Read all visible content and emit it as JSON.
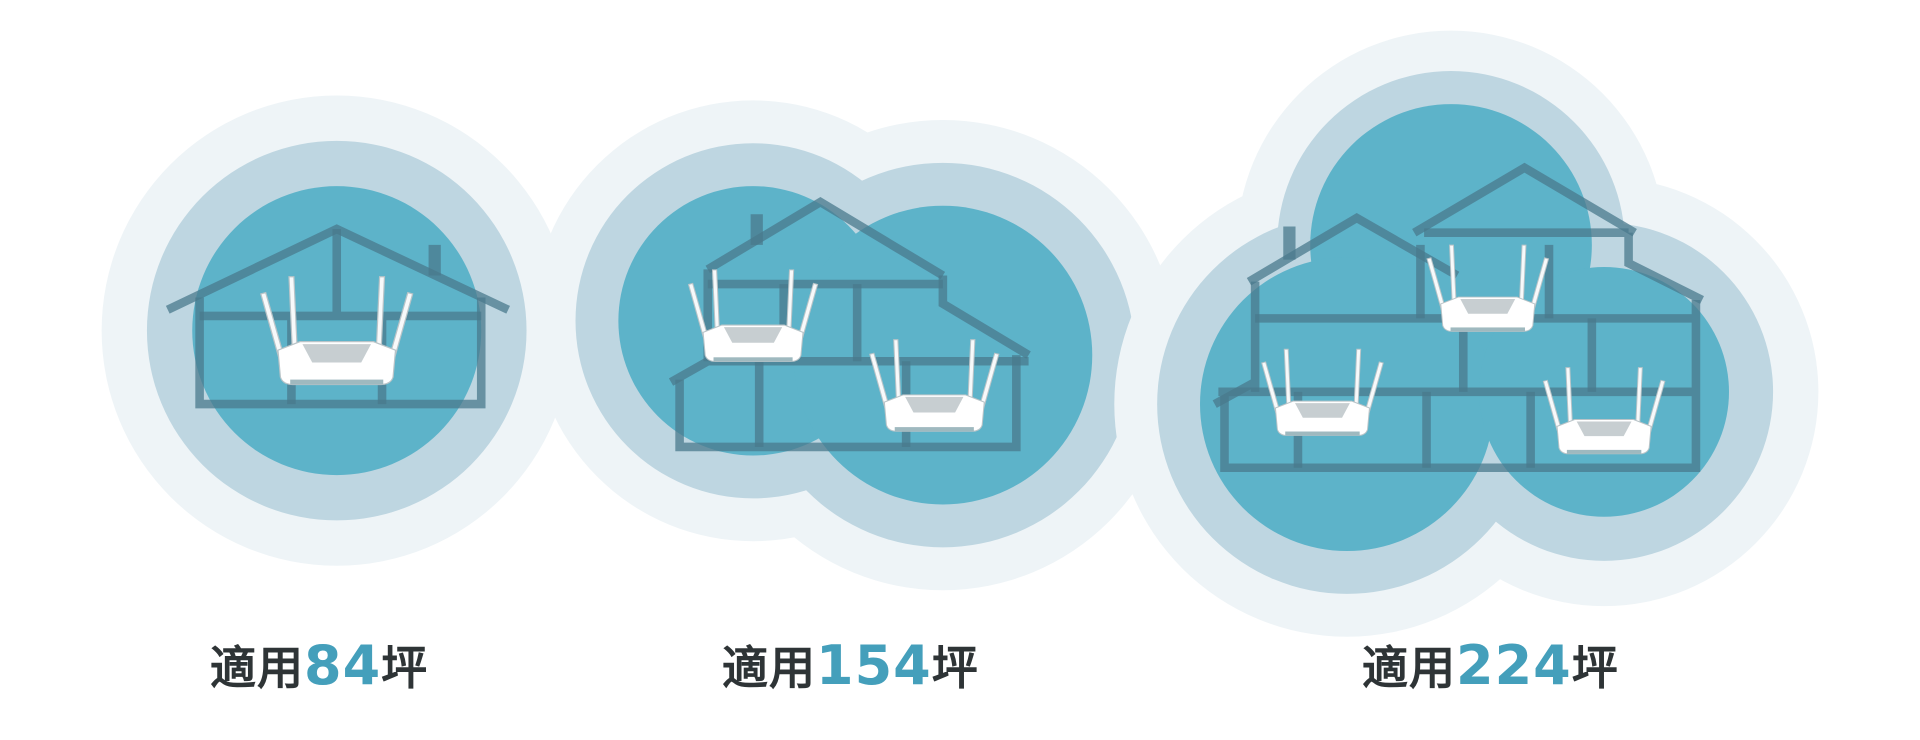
{
  "colors": {
    "inner_circle": "#5db3c9",
    "middle_ring": "#bed6e1",
    "outer_ring": "#eef4f7",
    "house_line": "#4a7a8c",
    "label_text": "#2e3436",
    "label_number": "#449fbb"
  },
  "coverage": [
    {
      "prefix": "適用",
      "number": "84",
      "unit": "坪",
      "routers": 1
    },
    {
      "prefix": "適用",
      "number": "154",
      "unit": "坪",
      "routers": 2
    },
    {
      "prefix": "適用",
      "number": "224",
      "unit": "坪",
      "routers": 3
    }
  ]
}
